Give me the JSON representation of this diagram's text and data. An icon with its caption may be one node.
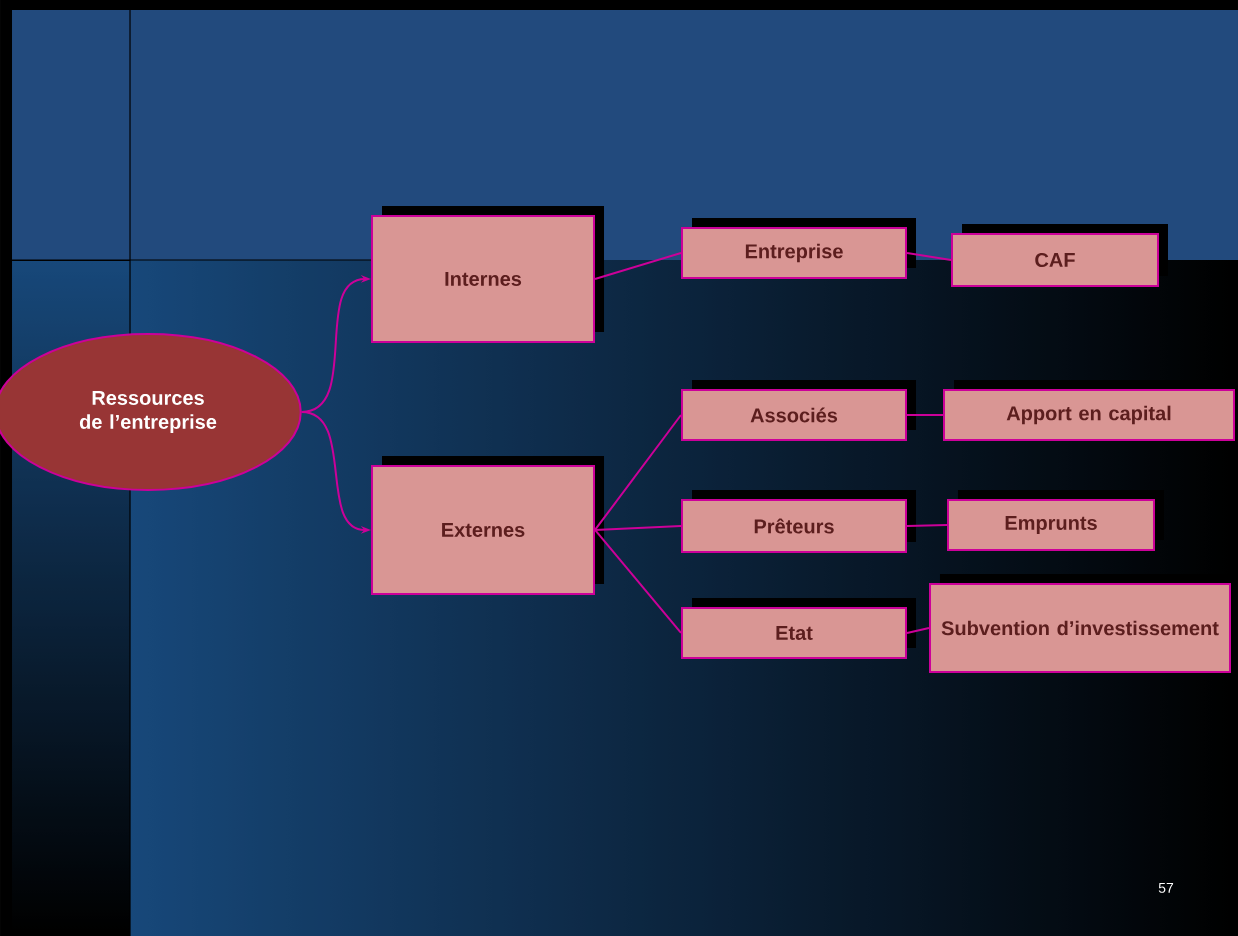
{
  "diagram": {
    "nodes": [
      {
        "text": [
          "Ressources de l’entreprise"
        ]
      },
      {
        "text": [
          "Internes"
        ]
      },
      {
        "text": [
          "Externes"
        ]
      },
      {
        "text": [
          "Entreprise"
        ]
      },
      {
        "text": [
          "CAF"
        ]
      },
      {
        "text": [
          "Associés"
        ]
      },
      {
        "text": [
          "Apport en capital"
        ]
      },
      {
        "text": [
          "Prêteurs"
        ]
      },
      {
        "text": [
          "Emprunts"
        ]
      },
      {
        "text": [
          "Etat"
        ]
      },
      {
        "text": [
          "Subvention d’investissement"
        ]
      }
    ],
    "edges": [
      {
        "from": 0,
        "to": 1,
        "arrow": "to"
      },
      {
        "from": 0,
        "to": 2,
        "arrow": "to"
      },
      {
        "from": 1,
        "to": 3,
        "arrow": "none"
      },
      {
        "from": 3,
        "to": 4,
        "arrow": "none"
      },
      {
        "from": 2,
        "to": 5,
        "arrow": "none"
      },
      {
        "from": 2,
        "to": 7,
        "arrow": "none"
      },
      {
        "from": 2,
        "to": 9,
        "arrow": "none"
      },
      {
        "from": 5,
        "to": 6,
        "arrow": "none"
      },
      {
        "from": 7,
        "to": 8,
        "arrow": "none"
      },
      {
        "from": 9,
        "to": 10,
        "arrow": "none"
      }
    ],
    "labels": [
      "57"
    ]
  }
}
